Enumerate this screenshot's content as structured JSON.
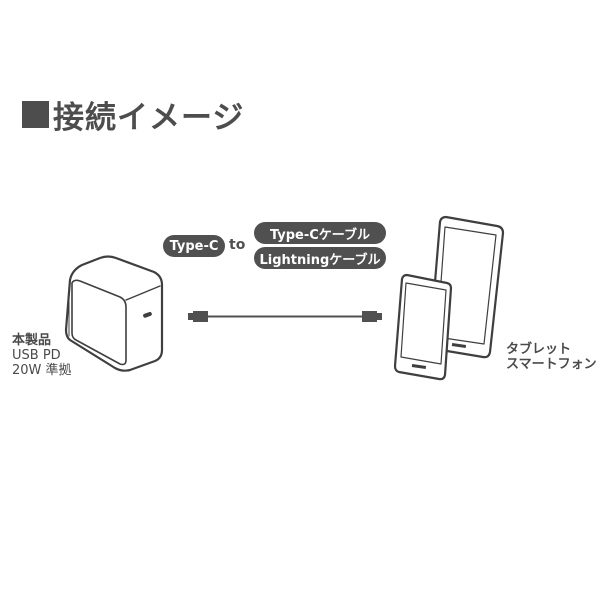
{
  "title": {
    "bullet": "square",
    "text": "接続イメージ"
  },
  "connection": {
    "source_pill": "Type-C",
    "joiner": "to",
    "cable_options": [
      "Type-Cケーブル",
      "Lightningケーブル"
    ]
  },
  "product_label": {
    "name": "本製品",
    "spec_line1": "USB PD",
    "spec_line2": "20W 準拠"
  },
  "device_label": {
    "line1": "タブレット",
    "line2": "スマートフォン"
  },
  "colors": {
    "ink": "#4d4d4d",
    "pill": "#505050",
    "background": "#ffffff"
  }
}
